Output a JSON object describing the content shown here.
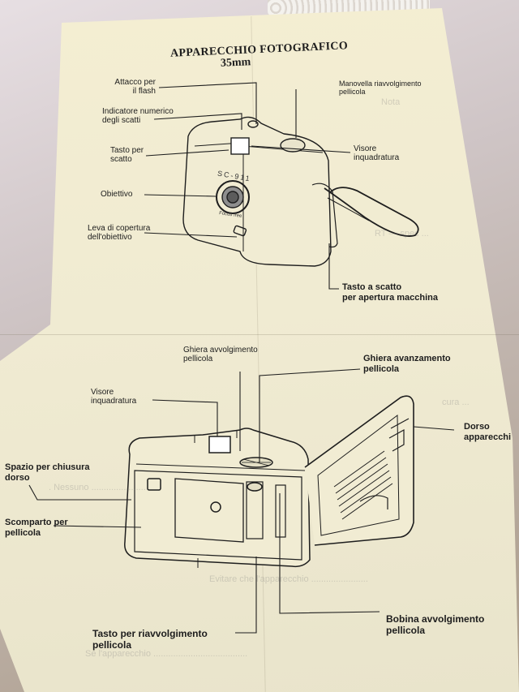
{
  "title": "APPARECCHIO FOTOGRAFICO",
  "subtitle": "35mm",
  "camera_front": {
    "model_label": "SC-911",
    "lens_label": "Focus free",
    "labels": {
      "flash_mount": "Attacco per\nil flash",
      "counter": "Indicatore numerico\ndegli scatti",
      "shutter_button": "Tasto per\nscatto",
      "lens": "Obiettivo",
      "lens_cover": "Leva di copertura\ndell'obiettivo",
      "rewind_crank": "Manovella  riavvolgimento\npellicola",
      "viewfinder": "Visore\ninquadratura",
      "back_release": "Tasto a scatto\nper apertura macchina"
    }
  },
  "camera_back": {
    "labels": {
      "film_wind_ring": "Ghiera  avvolgimento\npellicola",
      "film_advance_ring": "Ghiera avanzamento\npellicola",
      "viewfinder": "Visore\ninquadratura",
      "back_door": "Dorso\napparecchi",
      "back_latch": "Spazio per  chiusura\ndorso",
      "film_compartment": "Scomparto per\npellicola",
      "takeup_spool": "Bobina avvolgimento\npellicola",
      "rewind_button": "Tasto per  riavvolgimento\npellicola"
    }
  }
}
